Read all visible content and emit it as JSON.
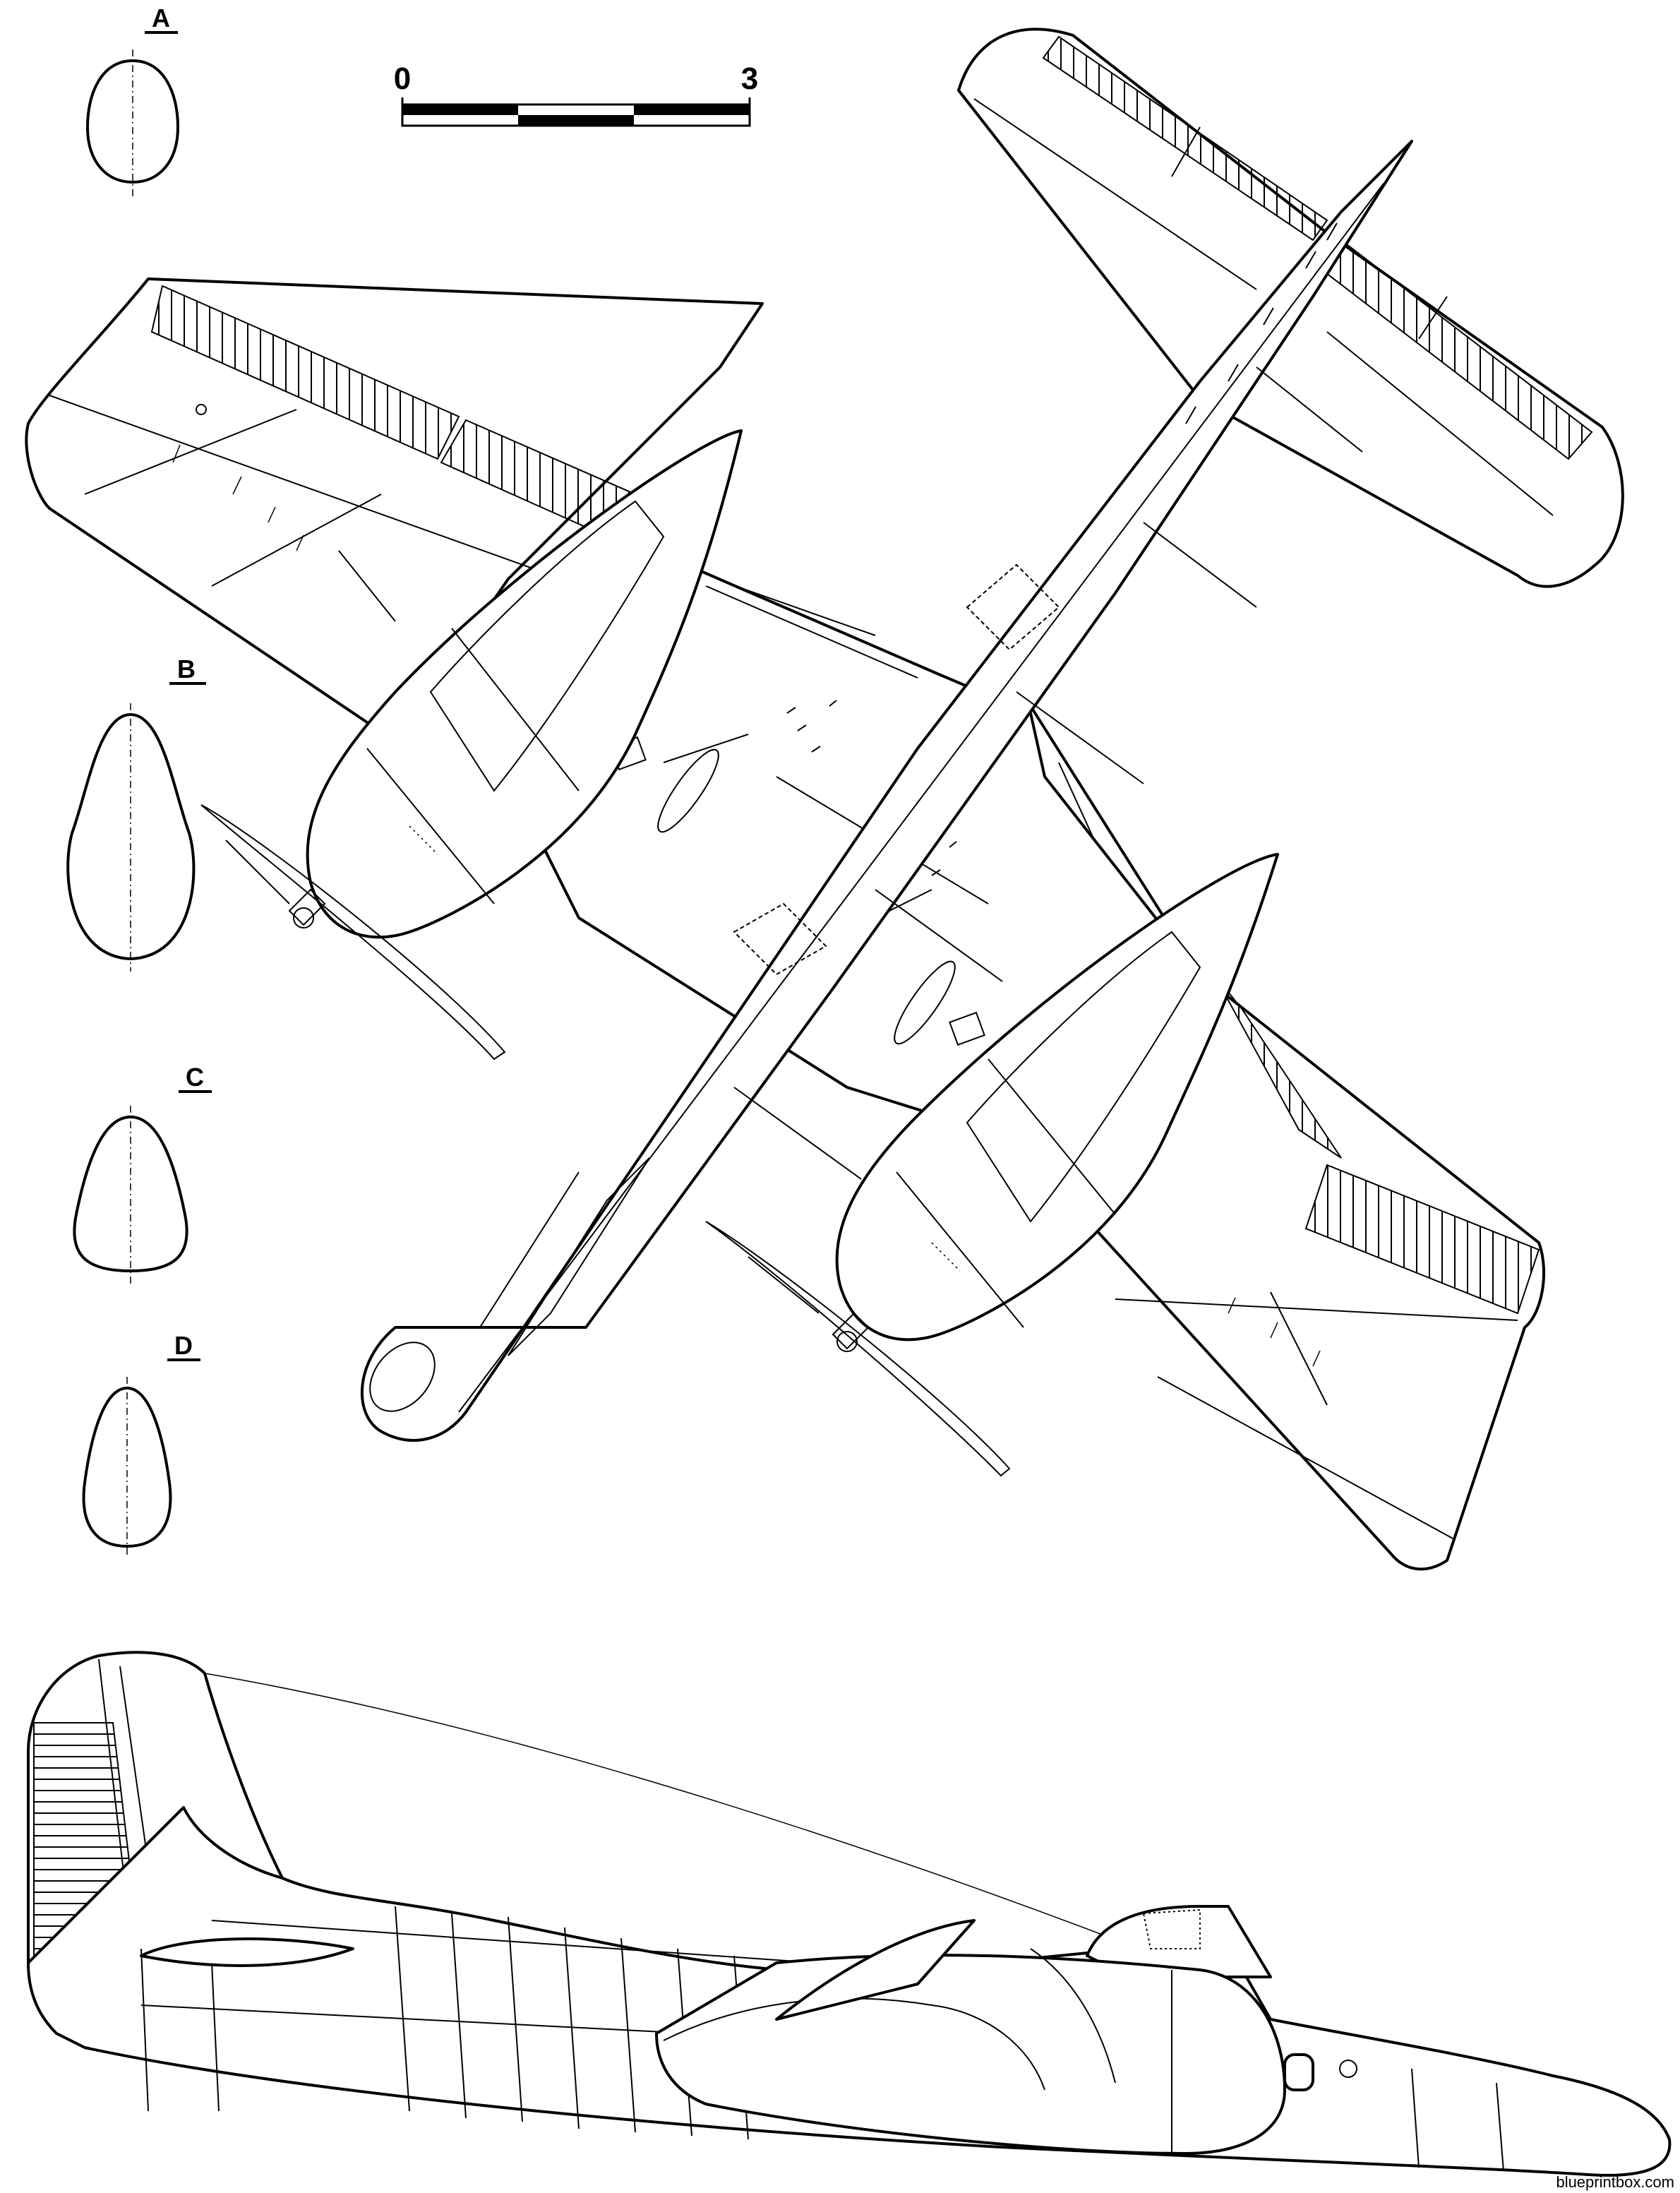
{
  "drawing": {
    "sections": [
      {
        "id": "A",
        "label": "A"
      },
      {
        "id": "B",
        "label": "B"
      },
      {
        "id": "C",
        "label": "C"
      },
      {
        "id": "D",
        "label": "D"
      }
    ],
    "scale_bar": {
      "start_label": "0",
      "end_label": "3"
    },
    "views": [
      "top-view",
      "side-view"
    ],
    "watermark": "blueprintbox.com"
  }
}
